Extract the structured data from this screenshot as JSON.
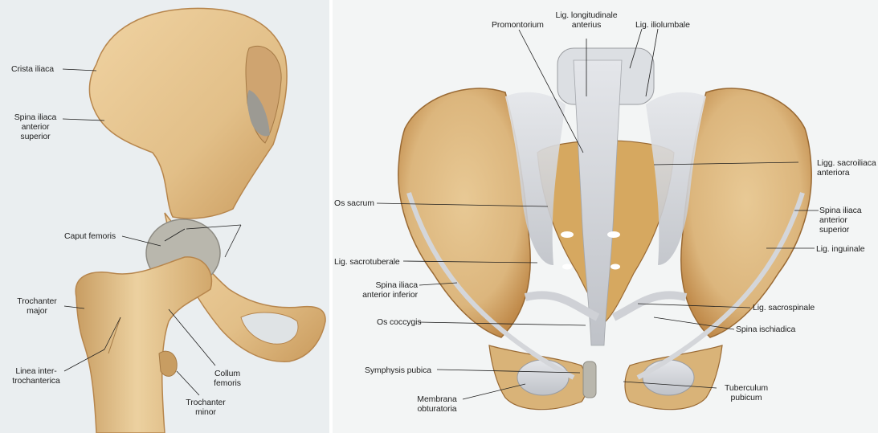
{
  "left_panel": {
    "labels": {
      "crista_iliaca": "Crista iliaca",
      "spina_iliaca_anterior_superior": "Spina iliaca\nanterior\nsuperior",
      "caput_femoris": "Caput femoris",
      "trochanter_major": "Trochanter\nmajor",
      "linea_intertrochanterica": "Linea inter-\ntrochanterica",
      "collum_femoris": "Collum\nfemoris",
      "trochanter_minor": "Trochanter\nminor"
    }
  },
  "right_panel": {
    "labels": {
      "promontorium": "Promontorium",
      "lig_longitudinale_anterius": "Lig. longitudinale\nanterius",
      "lig_iliolumbale": "Lig. iliolumbale",
      "ligg_sacroiliaca_anteriora": "Ligg. sacroiliaca\nanteriora",
      "spina_iliaca_anterior_superior": "Spina iliaca\nanterior superior",
      "lig_inguinale": "Lig. inguinale",
      "os_sacrum": "Os sacrum",
      "lig_sacrotuberale": "Lig. sacrotuberale",
      "spina_iliaca_anterior_inferior": "Spina iliaca\nanterior inferior",
      "lig_sacrospinale": "Lig. sacrospinale",
      "os_coccygis": "Os coccygis",
      "spina_ischiadica": "Spina ischiadica",
      "symphysis_pubica": "Symphysis pubica",
      "membrana_obturatoria": "Membrana\nobturatoria",
      "tuberculum_pubicum": "Tuberculum\npubicum"
    }
  },
  "colors": {
    "bone": "#e6c48e",
    "bone_shadow": "#c99a5c",
    "ligament": "#d4d6da",
    "cartilage": "#b9b7ad"
  }
}
